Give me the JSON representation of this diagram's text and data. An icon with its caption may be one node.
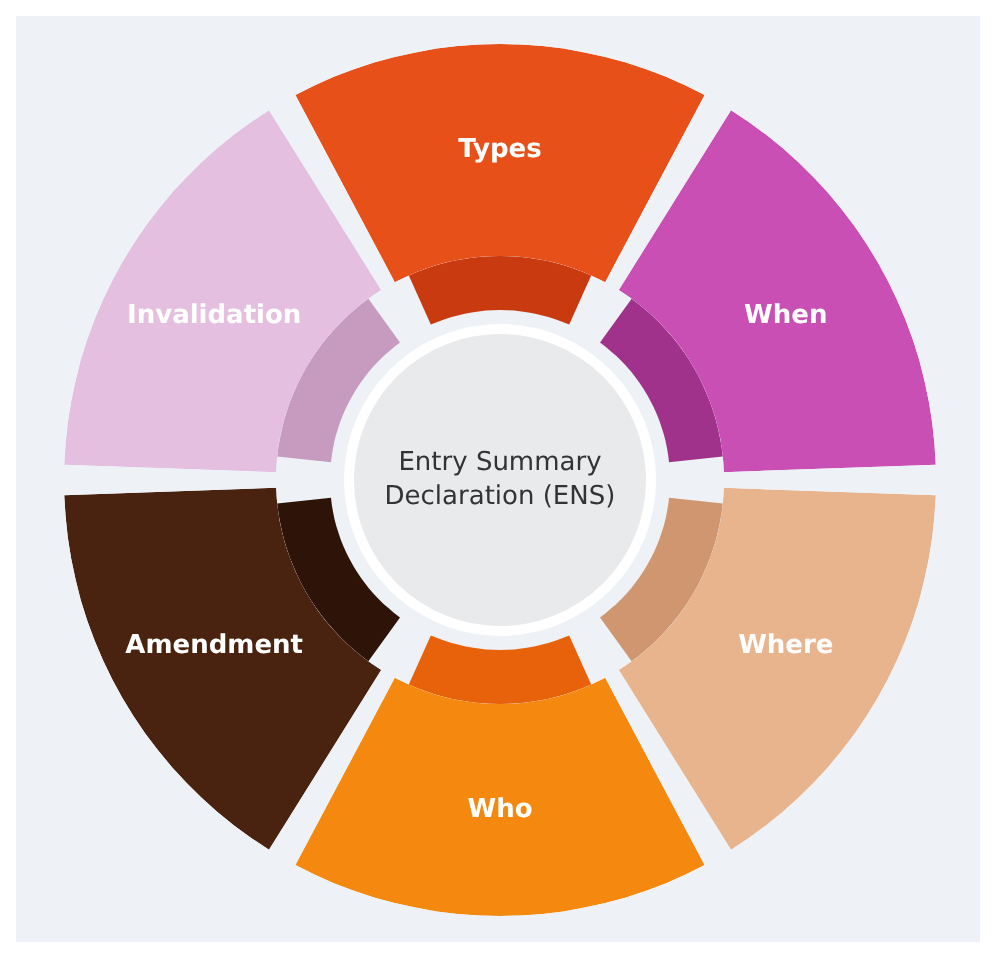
{
  "diagram": {
    "nodes": [
      {
        "text": [
          "Entry Summary Declaration (ENS)"
        ]
      },
      {
        "text": [
          "Types"
        ]
      },
      {
        "text": [
          "When"
        ]
      },
      {
        "text": [
          "Where"
        ]
      },
      {
        "text": [
          "Who"
        ]
      },
      {
        "text": [
          "Amendment"
        ]
      },
      {
        "text": [
          "Invalidation"
        ]
      }
    ]
  }
}
